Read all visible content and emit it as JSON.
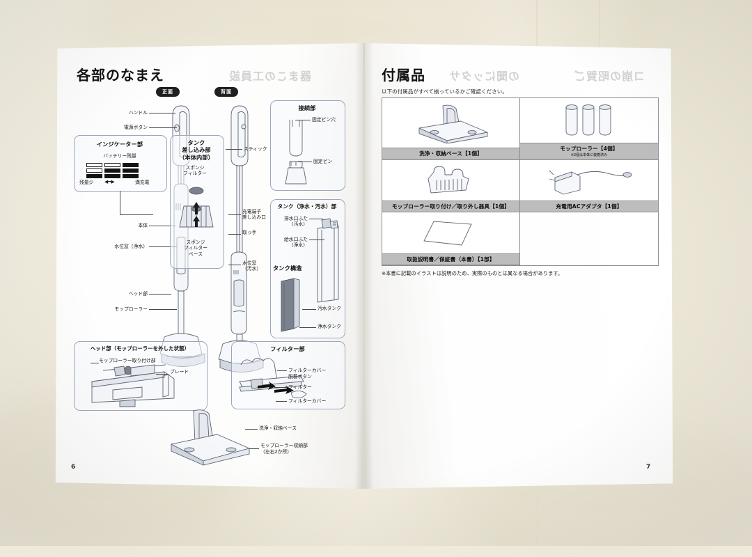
{
  "photo": {
    "surface_color": "#efeadc",
    "page_color": "#fdfdfd"
  },
  "left_page": {
    "page_number": "6",
    "title": "各部のなまえ",
    "bleed_through": "器まこの工員設",
    "view_tags": {
      "front": "正面",
      "back": "背面"
    },
    "callouts": {
      "handle": "ハンドル",
      "power_button": "電源ボタン",
      "body": "本体",
      "water_window_clean": "水位窓（浄水）",
      "head": "ヘッド部",
      "mop_roller": "モップローラー",
      "stick": "スティック",
      "charge_terminal": "充電端子\n差し込み口",
      "charge_terminal_l1": "充電端子",
      "charge_terminal_l2": "差し込み口",
      "grip": "取っ手",
      "water_window_dirty_l1": "水位窓",
      "water_window_dirty_l2": "（汚水）"
    },
    "indicator_box": {
      "title": "インジケーター部",
      "subtitle": "バッテリー残量",
      "left_label": "残量少",
      "arrow": "◀━▶",
      "right_label": "満充電"
    },
    "tank_insert_box": {
      "title_l1": "タンク",
      "title_l2": "差し込み部",
      "title_l3": "（本体内部）",
      "sponge_filter_l1": "スポンジ",
      "sponge_filter_l2": "フィルター",
      "sponge_base_l1": "スポンジ",
      "sponge_base_l2": "フィルター",
      "sponge_base_l3": "ベース"
    },
    "connector_box": {
      "title": "接続部",
      "pin_hole": "固定ピン穴",
      "pin": "固定ピン"
    },
    "tank_box": {
      "title": "タンク（浄水・汚水）部",
      "drain_cap_l1": "排水口ふた",
      "drain_cap_l2": "（汚水）",
      "fill_cap_l1": "給水口ふた",
      "fill_cap_l2": "（浄水）",
      "structure_title": "タンク構造",
      "dirty_tank": "汚水タンク",
      "clean_tank": "浄水タンク"
    },
    "head_box": {
      "title": "ヘッド部（モップローラーを外した状態）",
      "mount": "モップローラー取り付け部",
      "blade": "ブレード"
    },
    "filter_box": {
      "title": "フィルター部",
      "cover_button_l1": "フィルターカバー",
      "cover_button_l2": "脱着ボタン",
      "filter": "フィルター",
      "cover": "フィルターカバー"
    },
    "base_callouts": {
      "wash_base": "洗浄・収納ベース",
      "roller_storage_l1": "モップローラー収納部",
      "roller_storage_l2": "（左右2か所）"
    }
  },
  "right_page": {
    "page_number": "7",
    "title": "付属品",
    "bleed_through_1": "の聞にッタサ",
    "bleed_through_2": "コ崩の昭賀ご",
    "intro": "以下の付属品がすべて揃っているかご確認ください。",
    "items": [
      {
        "caption": "洗浄・収納ベース【1個】",
        "note": "",
        "icon": "wash-base-icon"
      },
      {
        "caption": "モップローラー【4個】",
        "note": "※2個は本体に装着済み",
        "icon": "mop-roller-icon"
      },
      {
        "caption": "モップローラー取り付け／取り外し器具【1個】",
        "note": "",
        "icon": "roller-tool-icon"
      },
      {
        "caption": "充電用ACアダプタ【1個】",
        "note": "",
        "icon": "ac-adapter-icon"
      },
      {
        "caption": "取扱説明書／保証書（本書）【1部】",
        "note": "",
        "icon": "manual-icon"
      }
    ],
    "footnote": "※本書に記載のイラストは説明のため、実際のものとは異なる場合があります。"
  }
}
